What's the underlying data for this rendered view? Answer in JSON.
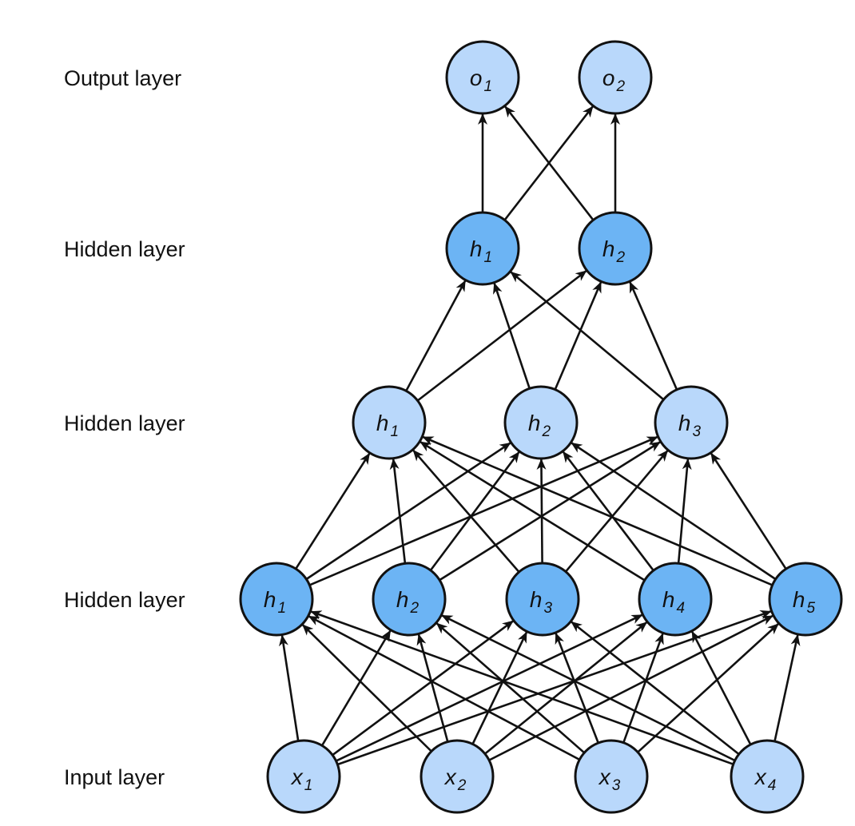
{
  "colors": {
    "light_node": "#b9d8fb",
    "dark_node": "#6cb4f4",
    "stroke": "#111111"
  },
  "layers": [
    {
      "label": "Output layer",
      "fill": "light",
      "nodes": [
        {
          "var": "o",
          "sub": "1"
        },
        {
          "var": "o",
          "sub": "2"
        }
      ]
    },
    {
      "label": "Hidden layer",
      "fill": "dark",
      "nodes": [
        {
          "var": "h",
          "sub": "1"
        },
        {
          "var": "h",
          "sub": "2"
        }
      ]
    },
    {
      "label": "Hidden layer",
      "fill": "light",
      "nodes": [
        {
          "var": "h",
          "sub": "1"
        },
        {
          "var": "h",
          "sub": "2"
        },
        {
          "var": "h",
          "sub": "3"
        }
      ]
    },
    {
      "label": "Hidden layer",
      "fill": "dark",
      "nodes": [
        {
          "var": "h",
          "sub": "1"
        },
        {
          "var": "h",
          "sub": "2"
        },
        {
          "var": "h",
          "sub": "3"
        },
        {
          "var": "h",
          "sub": "4"
        },
        {
          "var": "h",
          "sub": "5"
        }
      ]
    },
    {
      "label": "Input layer",
      "fill": "light",
      "nodes": [
        {
          "var": "x",
          "sub": "1"
        },
        {
          "var": "x",
          "sub": "2"
        },
        {
          "var": "x",
          "sub": "3"
        },
        {
          "var": "x",
          "sub": "4"
        }
      ]
    }
  ],
  "connectivity": "fully-connected",
  "edge_direction": "upward"
}
